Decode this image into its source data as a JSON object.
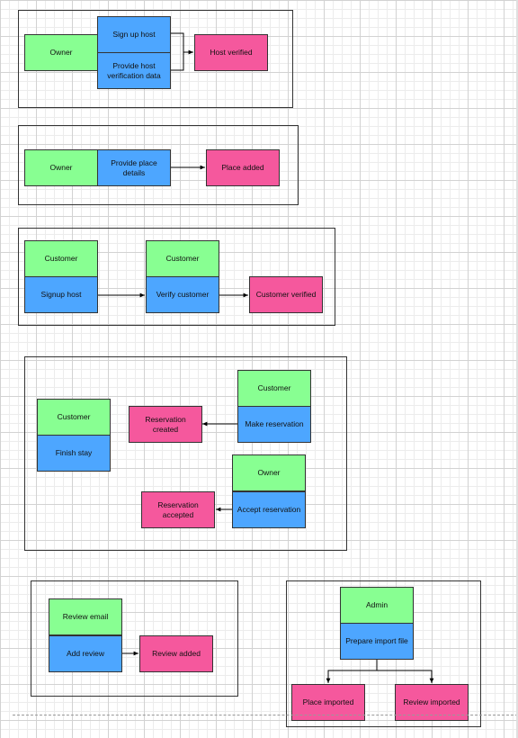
{
  "groups": {
    "host_verification": {
      "owner": "Owner",
      "sign_up": "Sign up host",
      "provide_data": "Provide host verification data",
      "result": "Host verified"
    },
    "place": {
      "owner": "Owner",
      "provide_details": "Provide place details",
      "result": "Place added"
    },
    "customer_verification": {
      "customer_a": "Customer",
      "signup": "Signup host",
      "customer_b": "Customer",
      "verify": "Verify customer",
      "result": "Customer verified"
    },
    "reservation": {
      "customer_stay": "Customer",
      "finish_stay": "Finish stay",
      "created": "Reservation created",
      "customer_make": "Customer",
      "make": "Make reservation",
      "accepted": "Reservation accepted",
      "owner": "Owner",
      "accept": "Accept reservation"
    },
    "review": {
      "email": "Review email",
      "add": "Add review",
      "result": "Review added"
    },
    "import": {
      "admin": "Admin",
      "prepare": "Prepare import file",
      "place": "Place imported",
      "review": "Review imported"
    }
  },
  "colors": {
    "actor": "#88ff92",
    "action": "#4da6ff",
    "outcome": "#f5589d",
    "line": "#000000"
  }
}
